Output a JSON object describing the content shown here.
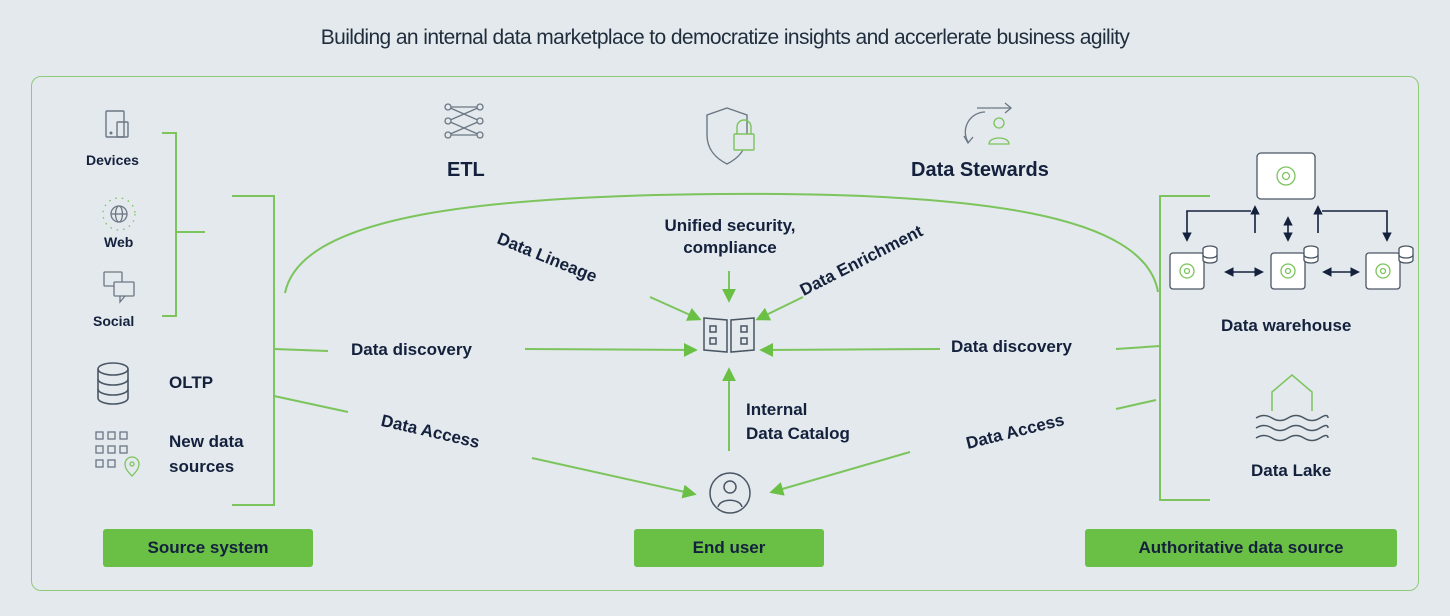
{
  "title": "Building an internal data marketplace to democratize insights and accerlerate business agility",
  "source": {
    "devices": "Devices",
    "web": "Web",
    "social": "Social",
    "oltp": "OLTP",
    "new_sources_line1": "New data",
    "new_sources_line2": "sources"
  },
  "top": {
    "etl": "ETL",
    "stewards": "Data Stewards",
    "security_line1": "Unified security,",
    "security_line2": "compliance"
  },
  "flows": {
    "lineage": "Data Lineage",
    "enrichment": "Data Enrichment",
    "discovery_left": "Data discovery",
    "discovery_right": "Data discovery",
    "access_left": "Data Access",
    "access_right": "Data Access",
    "catalog_line1": "Internal",
    "catalog_line2": "Data Catalog"
  },
  "targets": {
    "warehouse": "Data warehouse",
    "lake": "Data Lake"
  },
  "buttons": {
    "source_system": "Source system",
    "end_user": "End user",
    "authoritative": "Authoritative  data source"
  },
  "colors": {
    "accent_green": "#6abf45",
    "line_green": "#7cc45c",
    "navy": "#14213d",
    "background": "#e3e9ec"
  }
}
